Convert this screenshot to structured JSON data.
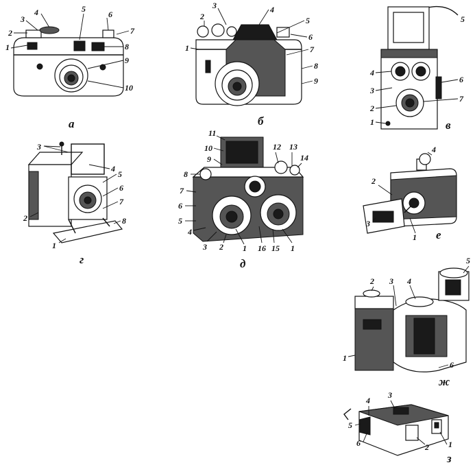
{
  "figures": [
    {
      "id": "a",
      "caption": "а",
      "labels": [
        "1",
        "2",
        "3",
        "4",
        "5",
        "6",
        "7",
        "8",
        "9",
        "10"
      ]
    },
    {
      "id": "b",
      "caption": "б",
      "labels": [
        "1",
        "2",
        "3",
        "4",
        "5",
        "6",
        "7",
        "8",
        "9"
      ]
    },
    {
      "id": "v",
      "caption": "в",
      "labels": [
        "1",
        "2",
        "3",
        "4",
        "5",
        "6",
        "7"
      ]
    },
    {
      "id": "g",
      "caption": "г",
      "labels": [
        "1",
        "2",
        "3",
        "4",
        "5",
        "6",
        "7",
        "8"
      ]
    },
    {
      "id": "d",
      "caption": "д",
      "labels": [
        "1",
        "2",
        "3",
        "4",
        "5",
        "6",
        "7",
        "8",
        "9",
        "10",
        "11",
        "12",
        "13",
        "14",
        "15",
        "16",
        "1"
      ]
    },
    {
      "id": "e",
      "caption": "е",
      "labels": [
        "1",
        "2",
        "3",
        "4"
      ]
    },
    {
      "id": "zh",
      "caption": "ж",
      "labels": [
        "1",
        "2",
        "3",
        "4",
        "5",
        "6"
      ]
    },
    {
      "id": "z",
      "caption": "з",
      "labels": [
        "1",
        "2",
        "3",
        "4",
        "5",
        "6"
      ]
    }
  ]
}
